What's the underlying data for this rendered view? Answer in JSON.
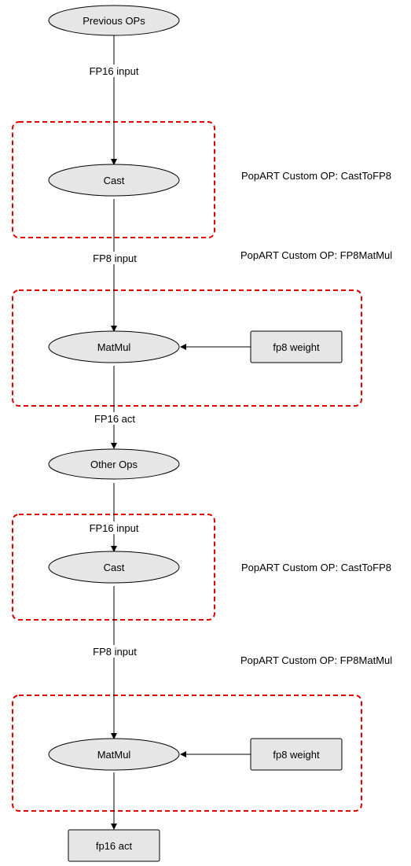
{
  "diagram": {
    "nodes": {
      "previous_ops": "Previous OPs",
      "cast_1": "Cast",
      "matmul_1": "MatMul",
      "fp8_weight_1": "fp8 weight",
      "other_ops": "Other Ops",
      "cast_2": "Cast",
      "matmul_2": "MatMul",
      "fp8_weight_2": "fp8 weight",
      "fp16_act_out": "fp16 act"
    },
    "edge_labels": {
      "fp16_input_1": "FP16 input",
      "fp8_input_1": "FP8 input",
      "fp16_act": "FP16 act",
      "fp16_input_2": "FP16 input",
      "fp8_input_2": "FP8 input"
    },
    "annotations": {
      "cast_to_fp8_1": "PopART Custom OP: CastToFP8",
      "fp8_matmul_1": "PopART Custom OP: FP8MatMul",
      "cast_to_fp8_2": "PopART Custom OP: CastToFP8",
      "fp8_matmul_2": "PopART Custom OP: FP8MatMul"
    },
    "colors": {
      "group_border": "#e00000",
      "node_fill": "#e6e6e6",
      "edge": "#000000"
    }
  }
}
